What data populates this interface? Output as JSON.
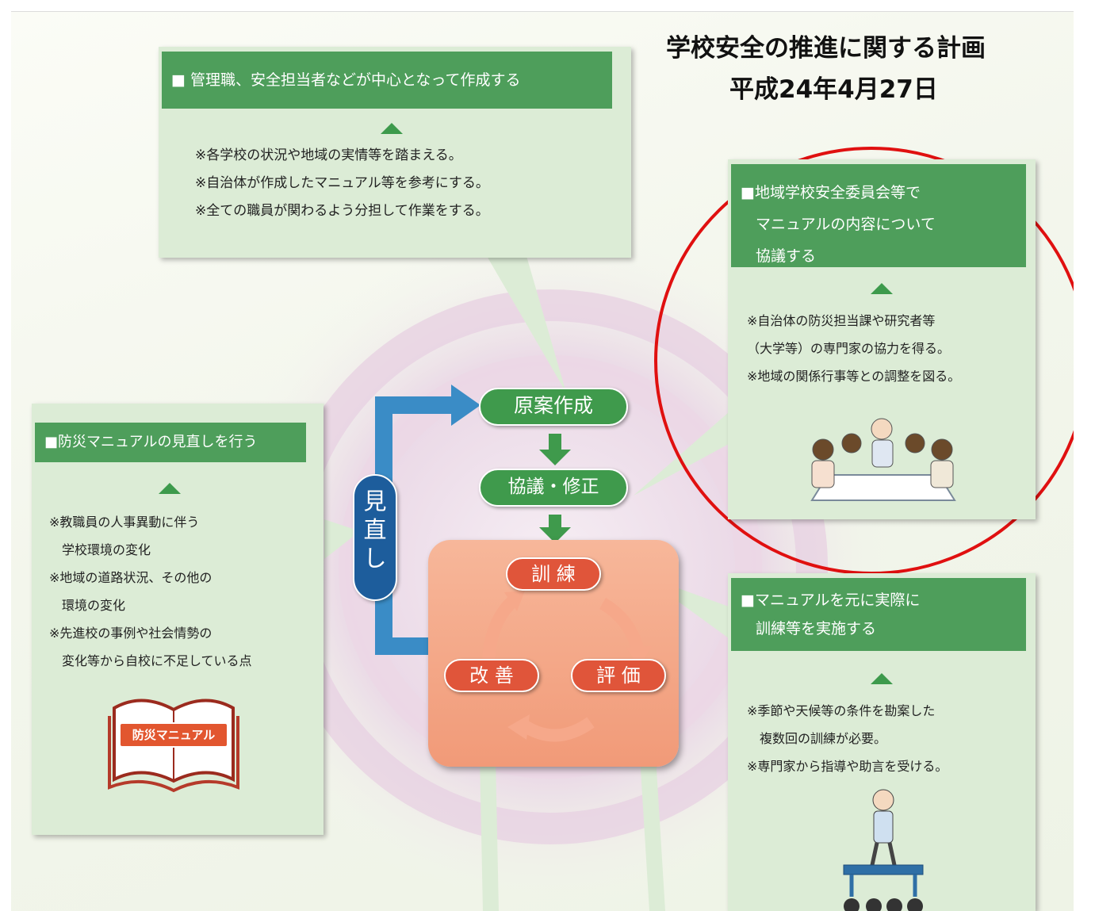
{
  "title": {
    "main": "学校安全の推進に関する計画",
    "date": "平成24年4月27日"
  },
  "callouts": {
    "draft": {
      "heading": "■ 管理職、安全担当者などが中心となって作成する",
      "notes": [
        "※各学校の状況や地域の実情等を踏まえる。",
        "※自治体が作成したマニュアル等を参考にする。",
        "※全ての職員が関わるよう分担して作業をする。"
      ]
    },
    "council": {
      "heading": "■地域学校安全委員会等で\n　マニュアルの内容について\n　協議する",
      "notes": [
        "※自治体の防災担当課や研究者等",
        "（大学等）の専門家の協力を得る。",
        "※地域の関係行事等との調整を図る。"
      ]
    },
    "review": {
      "heading": "■防災マニュアルの見直しを行う",
      "notes": [
        "※教職員の人事異動に伴う",
        "　学校環境の変化",
        "※地域の道路状況、その他の",
        "　環境の変化",
        "※先進校の事例や社会情勢の",
        "　変化等から自校に不足している点"
      ],
      "book_label": "防災マニュアル"
    },
    "training": {
      "heading": "■マニュアルを元に実際に\n　訓練等を実施する",
      "notes": [
        "※季節や天候等の条件を勘案した",
        "　複数回の訓練が必要。",
        "※専門家から指導や助言を受ける。"
      ]
    }
  },
  "flow": {
    "draft": "原案作成",
    "discuss": "協議・修正",
    "review_chars": [
      "見",
      "直",
      "し"
    ],
    "cycle": {
      "training": "訓 練",
      "evaluation": "評 価",
      "improvement": "改 善"
    }
  },
  "colors": {
    "green_header": "#4e9e5b",
    "callout_bg": "#dcecd6",
    "pill_green": "#3f9a4c",
    "pill_red": "#e0553a",
    "blue_arrow": "#3a8cc6",
    "circle_highlight": "#e01010"
  }
}
